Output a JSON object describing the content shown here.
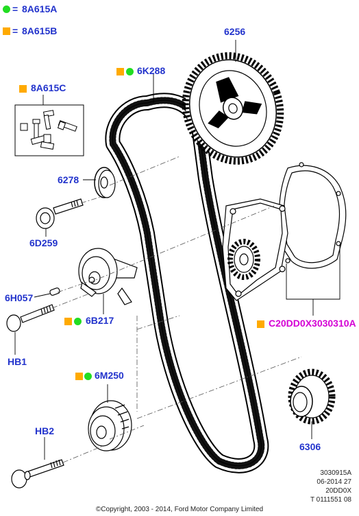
{
  "legend": {
    "green_code": "8A615A",
    "orange_code": "8A615B",
    "equals": "="
  },
  "labels": {
    "cam_gear": "6256",
    "belt": "6K288",
    "bolt_kit": "8A615C",
    "idler_6278": "6278",
    "bolt_6d259": "6D259",
    "pin_6h057": "6H057",
    "tensioner": "6B217",
    "bolt_hb1": "HB1",
    "water_pump": "C20DD0X3030310A",
    "idler_6m250": "6M250",
    "bolt_hb2": "HB2",
    "crank_gear": "6306"
  },
  "footer": {
    "ref1": "3030915A",
    "ref2": "06-2014 27",
    "ref3": "20DD0X",
    "ref4": "T 0111551 08",
    "copyright": "©Copyright, 2003 - 2014, Ford Motor Company Limited"
  },
  "colors": {
    "label_blue": "#2233cc",
    "label_magenta": "#d400d4",
    "legend_green": "#22dd22",
    "legend_orange": "#ffaa00",
    "line_black": "#000000"
  }
}
